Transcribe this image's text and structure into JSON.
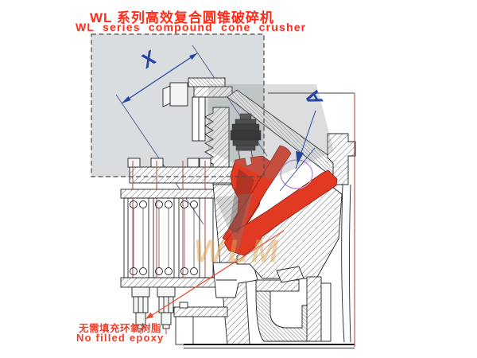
{
  "title": {
    "zh": "WL 系列高效复合圆锥破碎机",
    "en": "WL series compound cone crusher"
  },
  "labels": {
    "dimension": "X",
    "detail": "A"
  },
  "notes": {
    "zh": "无需填充环氧树脂",
    "en": "No filled epoxy"
  },
  "watermark": "WLM",
  "colors": {
    "title_red": "#ff2b18",
    "note_red": "#f0402c",
    "annotation_blue": "#26459e",
    "liner_red": "#e23a22",
    "detail_circle_purple": "#b78fd2",
    "highlight_box_fill": "#d9dde0",
    "tie_rod_brown": "#b5574d",
    "frame_line_red": "#b43a2c",
    "watermark_gold": "#dea454"
  }
}
